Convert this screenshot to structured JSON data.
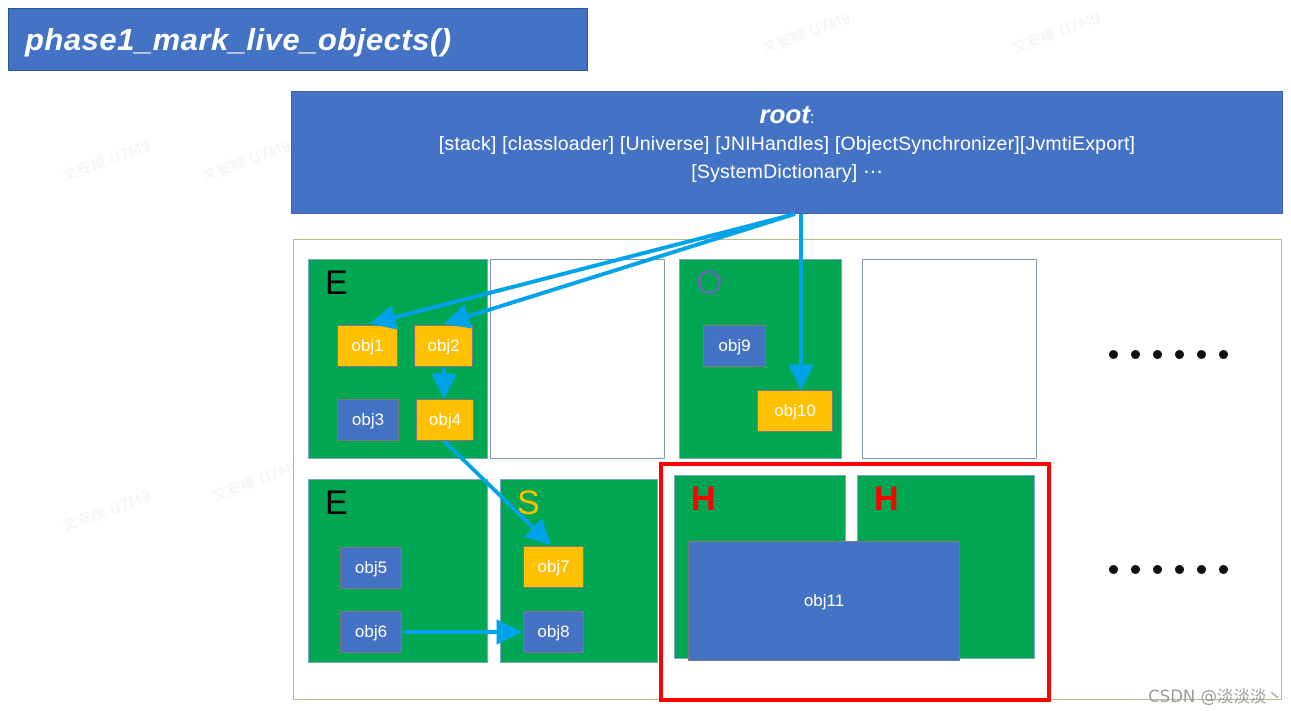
{
  "title": {
    "text": "phase1_mark_live_objects()",
    "background": "#4472C4",
    "color": "#FFFFFF"
  },
  "root": {
    "heading": "root",
    "heading_suffix": ":",
    "line1": "[stack]  [classloader]  [Universe]  [JNIHandles]  [ObjectSynchronizer][JvmtiExport]",
    "line2": "[SystemDictionary]  ⋯",
    "background": "#4472C4"
  },
  "heap": {
    "border_color": "#A9C47F",
    "regions": [
      {
        "id": "r1",
        "label": "E",
        "label_color": "#000000",
        "kind": "green"
      },
      {
        "id": "r2",
        "label": "",
        "label_color": "",
        "kind": "empty"
      },
      {
        "id": "r3",
        "label": "O",
        "label_color": "#5B6FA8",
        "kind": "green"
      },
      {
        "id": "r4",
        "label": "",
        "label_color": "",
        "kind": "empty"
      },
      {
        "id": "r5",
        "label": "E",
        "label_color": "#000000",
        "kind": "green"
      },
      {
        "id": "r6",
        "label": "S",
        "label_color": "#FFC000",
        "kind": "green"
      },
      {
        "id": "r7",
        "label": "H",
        "label_color": "#FF0000",
        "kind": "green"
      },
      {
        "id": "r8",
        "label": "H",
        "label_color": "#FF0000",
        "kind": "green"
      }
    ],
    "objects": [
      {
        "id": "obj1",
        "label": "obj1",
        "color": "orange"
      },
      {
        "id": "obj2",
        "label": "obj2",
        "color": "orange"
      },
      {
        "id": "obj3",
        "label": "obj3",
        "color": "blue"
      },
      {
        "id": "obj4",
        "label": "obj4",
        "color": "orange"
      },
      {
        "id": "obj5",
        "label": "obj5",
        "color": "blue"
      },
      {
        "id": "obj6",
        "label": "obj6",
        "color": "blue"
      },
      {
        "id": "obj7",
        "label": "obj7",
        "color": "orange"
      },
      {
        "id": "obj8",
        "label": "obj8",
        "color": "blue"
      },
      {
        "id": "obj9",
        "label": "obj9",
        "color": "blue"
      },
      {
        "id": "obj10",
        "label": "obj10",
        "color": "orange"
      },
      {
        "id": "obj11",
        "label": "obj11",
        "color": "blue"
      }
    ],
    "highlight_color": "#FF0000",
    "ellipsis_dot_count": 6
  },
  "arrows": {
    "color": "#00A2E8",
    "edges": [
      {
        "from": "root",
        "to": "obj1"
      },
      {
        "from": "root",
        "to": "obj2"
      },
      {
        "from": "root",
        "to": "obj10"
      },
      {
        "from": "obj2",
        "to": "obj4"
      },
      {
        "from": "obj4",
        "to": "obj7"
      },
      {
        "from": "obj6",
        "to": "obj8"
      }
    ]
  },
  "colors": {
    "blue_box": "#4472C4",
    "orange_box": "#FFC000",
    "green_region": "#00A651",
    "arrow_blue": "#00A2E8",
    "red_highlight": "#FF0000"
  },
  "watermark": {
    "csdn": "CSDN @淡淡淡丶",
    "tiled": "文安模 U7M9"
  }
}
